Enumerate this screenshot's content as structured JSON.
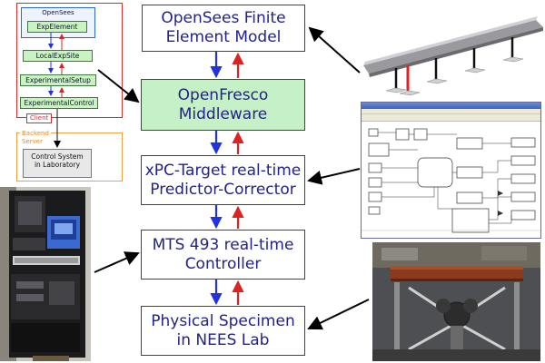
{
  "left_diagram": {
    "opensees_label": "OpenSees",
    "exp_element": "ExpElement",
    "local_exp_site": "LocalExpSite",
    "experimental_setup": "ExperimentalSetup",
    "experimental_control": "ExperimentalControl",
    "client_label": "Client",
    "backend_label": "Backend\nServer",
    "control_system": "Control System\nin Laboratory"
  },
  "center_boxes": [
    {
      "line1": "OpenSees Finite",
      "line2": "Element Model"
    },
    {
      "line1": "OpenFresco",
      "line2": "Middleware"
    },
    {
      "line1": "xPC-Target real-time",
      "line2": "Predictor-Corrector"
    },
    {
      "line1": "MTS 493 real-time",
      "line2": "Controller"
    },
    {
      "line1": "Physical Specimen",
      "line2": "in NEES Lab"
    }
  ],
  "colors": {
    "down_arrow": "#2233dd",
    "up_arrow": "#dd2222",
    "green_box": "#c6f0c6",
    "box_text": "#22228c"
  },
  "images": {
    "fe_model": "bridge-finite-element-model",
    "simulink": "simulink-model-window",
    "lab_computer": "lab-control-computer-photo",
    "specimen": "physical-specimen-photo"
  }
}
